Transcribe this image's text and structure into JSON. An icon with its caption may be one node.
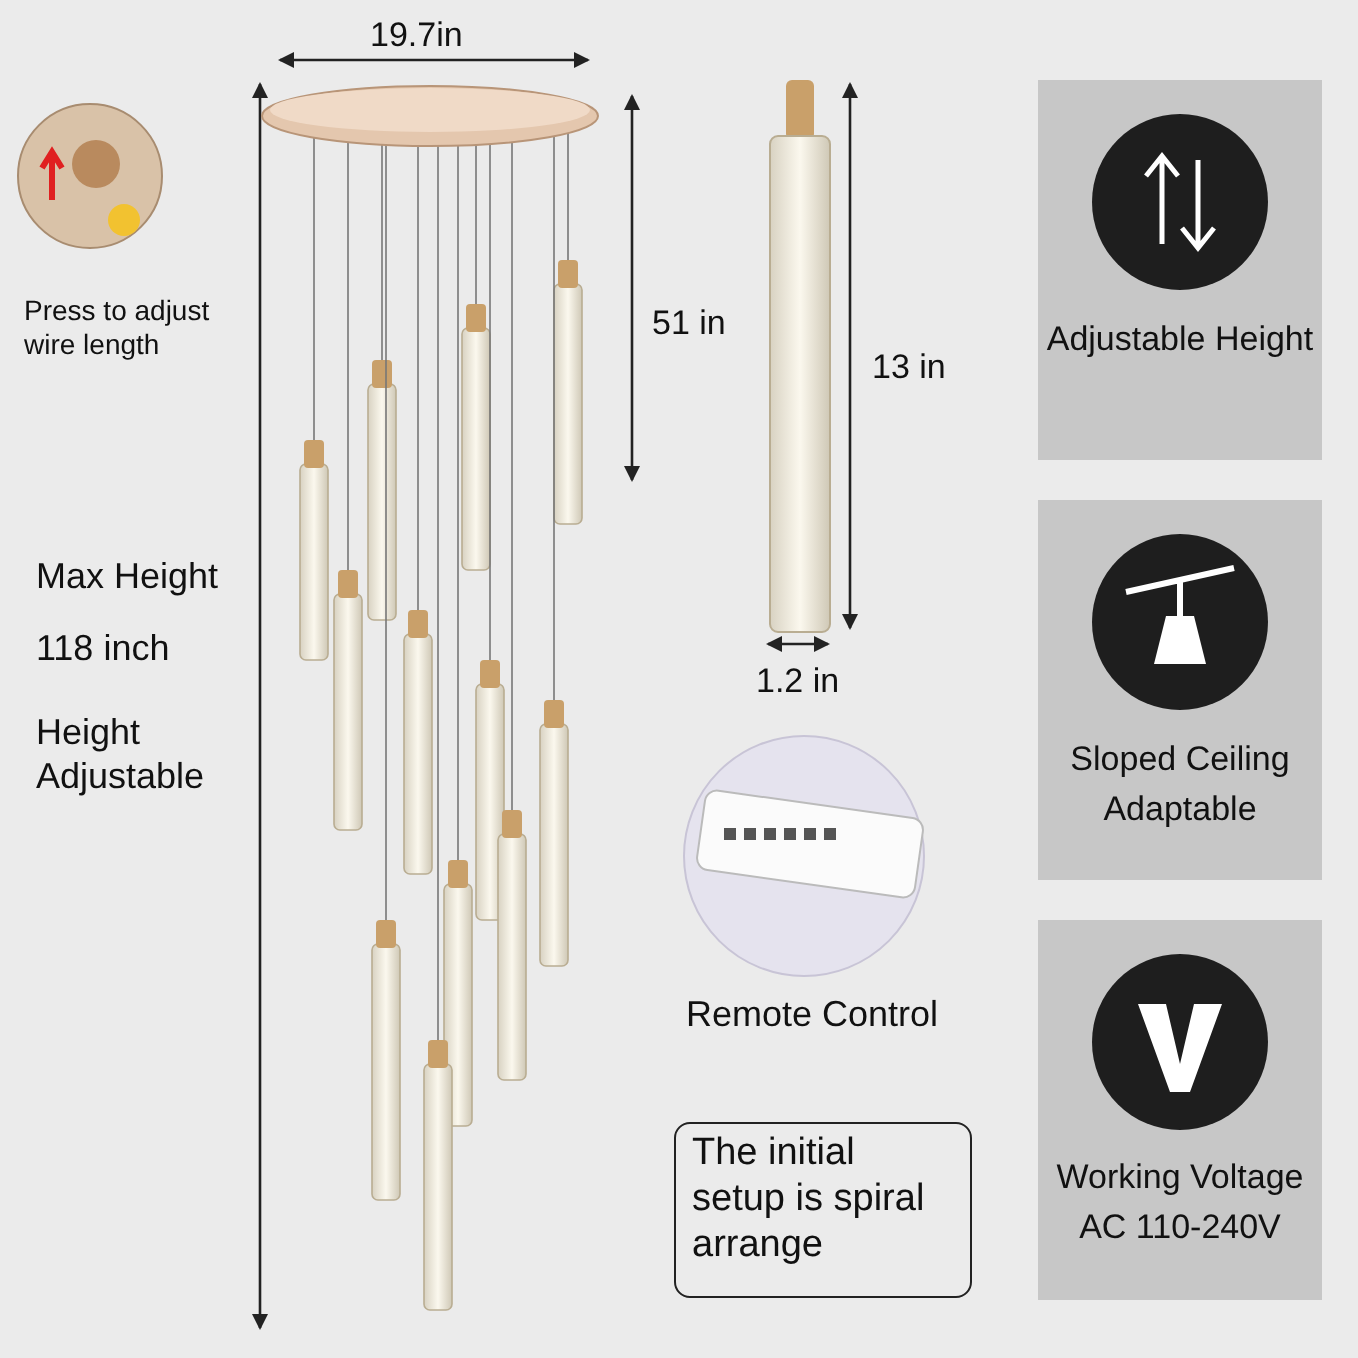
{
  "diagram": {
    "nodes": [
      {
        "text": [
          "Adjustable Height"
        ]
      },
      {
        "text": [
          "Sloped Ceiling Adaptable"
        ]
      },
      {
        "text": [
          "Working Voltage",
          "AC 110-240V"
        ]
      },
      {
        "text": [
          "The initial setup is spiral arrange"
        ]
      }
    ],
    "labels": [
      "19.7in",
      "Press to adjust wire length",
      "51 in",
      "13 in",
      "Max Height",
      "118 inch",
      "1.2 in",
      "Height Adjustable",
      "Remote Control"
    ]
  }
}
